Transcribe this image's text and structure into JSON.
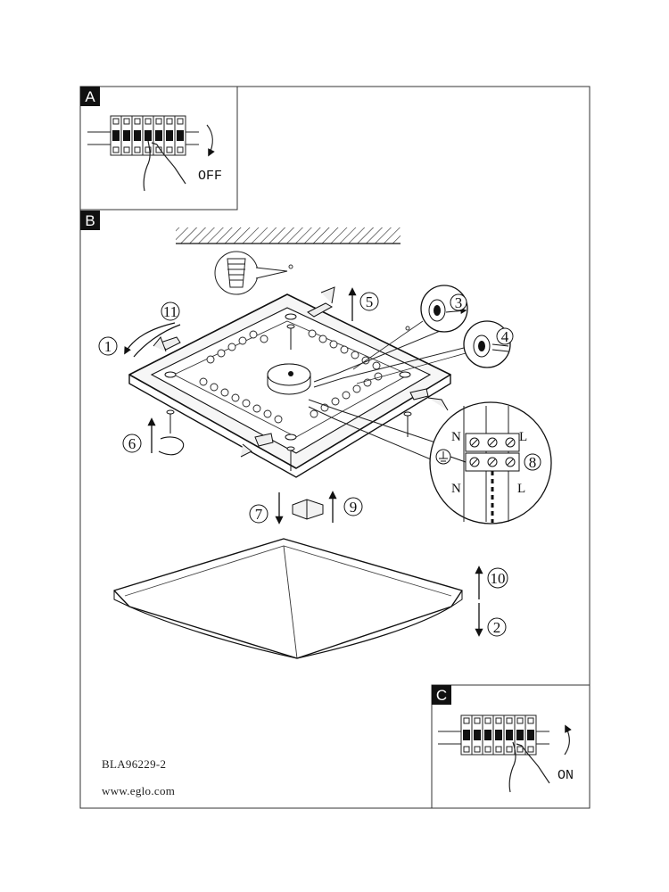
{
  "panels": {
    "a": {
      "letter": "A",
      "action": "OFF"
    },
    "b": {
      "letter": "B"
    },
    "c": {
      "letter": "C",
      "action": "ON"
    }
  },
  "steps": {
    "s1": "1",
    "s2": "2",
    "s3": "3",
    "s4": "4",
    "s5": "5",
    "s6": "6",
    "s7": "7",
    "s8": "8",
    "s9": "9",
    "s10": "10",
    "s11": "11"
  },
  "terminal": {
    "n_top": "N",
    "l_top": "L",
    "n_bottom": "N",
    "l_bottom": "L"
  },
  "footer": {
    "doc_code": "BLA96229-2",
    "website": "www.eglo.com"
  }
}
